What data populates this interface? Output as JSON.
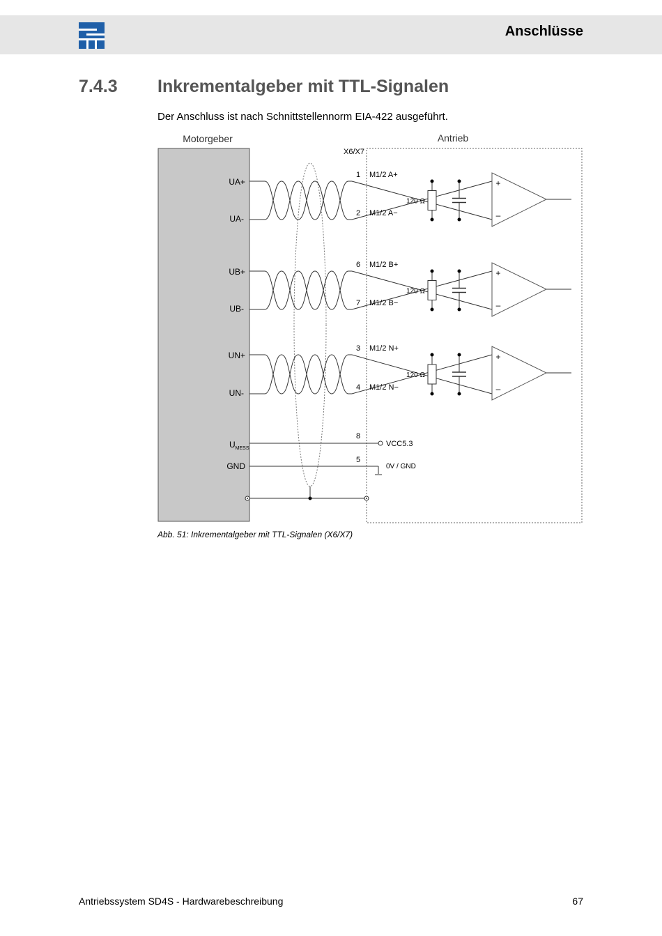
{
  "header": {
    "title": "Anschlüsse"
  },
  "section": {
    "number": "7.4.3",
    "title": "Inkrementalgeber mit TTL-Signalen"
  },
  "intro_text": "Der Anschluss ist nach Schnittstellennorm EIA-422 ausgeführt.",
  "diagram": {
    "left_block_label": "Motorgeber",
    "right_block_label": "Antrieb",
    "connector_label": "X6/X7",
    "resistor_value": "120 Ω",
    "channels": [
      {
        "sig_pos": "UA+",
        "sig_neg": "UA-",
        "pin_pos": "1",
        "pin_neg": "2",
        "drv_pos": "M1/2 A+",
        "drv_neg": "M1/2 A−"
      },
      {
        "sig_pos": "UB+",
        "sig_neg": "UB-",
        "pin_pos": "6",
        "pin_neg": "7",
        "drv_pos": "M1/2 B+",
        "drv_neg": "M1/2 B−"
      },
      {
        "sig_pos": "UN+",
        "sig_neg": "UN-",
        "pin_pos": "3",
        "pin_neg": "4",
        "drv_pos": "M1/2 N+",
        "drv_neg": "M1/2 N−"
      }
    ],
    "opamp_plus": "+",
    "opamp_minus": "–",
    "umess_main": "U",
    "umess_sub": "MESS",
    "umess_pin": "8",
    "vcc_label": "VCC5.3",
    "gnd_label": "GND",
    "gnd_pin": "5",
    "gnd_target": "0V / GND",
    "colors": {
      "block_fill": "#c8c8c8",
      "line": "#333333"
    }
  },
  "caption": "Abb. 51: Inkrementalgeber mit TTL-Signalen (X6/X7)",
  "footer": {
    "left": "Antriebssystem SD4S - Hardwarebeschreibung",
    "page": "67"
  }
}
